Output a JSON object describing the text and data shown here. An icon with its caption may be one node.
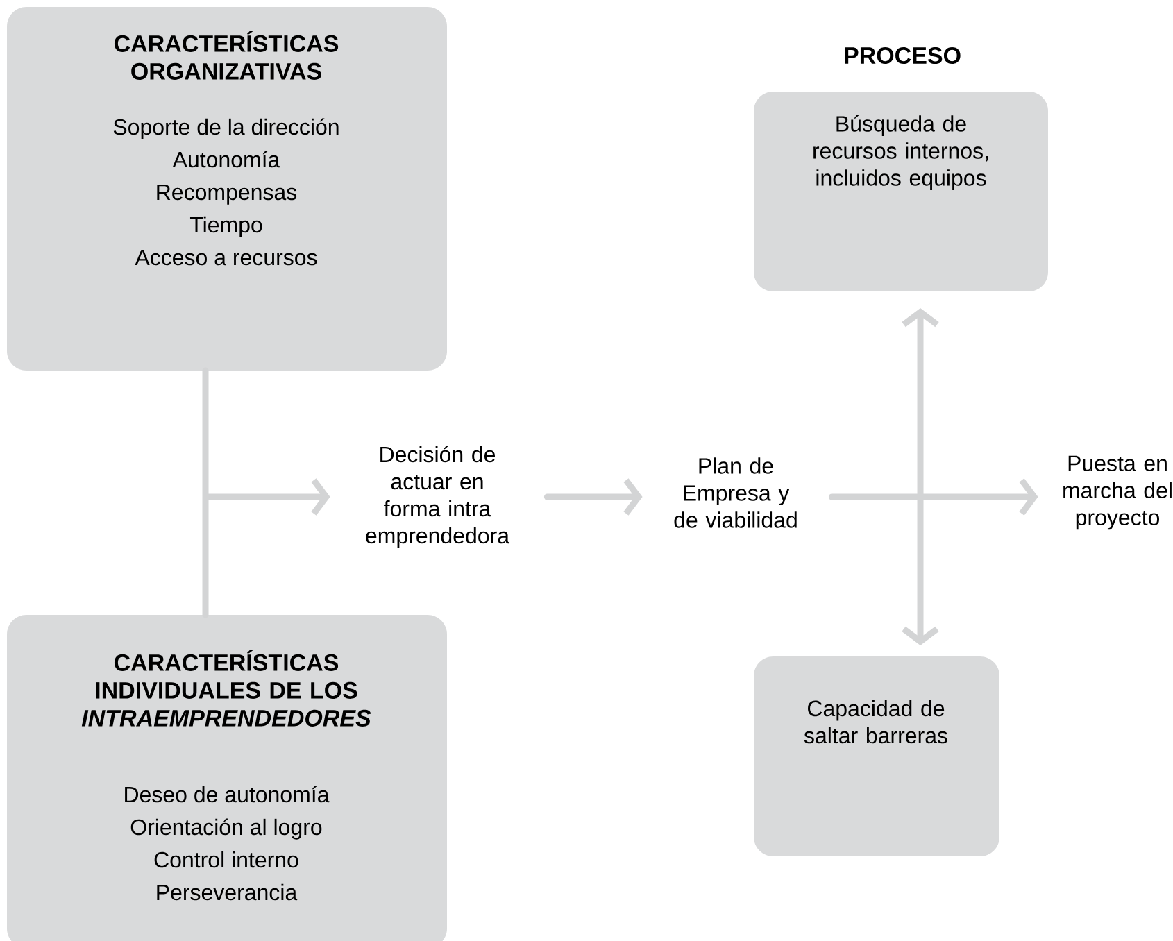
{
  "diagram": {
    "nodes": [
      {
        "text": [
          "CARACTERÍSTICAS ORGANIZATIVAS",
          "Soporte de la dirección",
          "Autonomía",
          "Recompensas",
          "Tiempo",
          "Acceso a recursos"
        ]
      },
      {
        "text": [
          "CARACTERÍSTICAS INDIVIDUALES DE LOS *INTRAEMPRENDEDORES*",
          "Deseo de autonomía",
          "Orientación al logro",
          "Control interno",
          "Perseverancia"
        ]
      },
      {
        "text": [
          "Decisión de actuar en forma intra emprendedora"
        ]
      },
      {
        "text": [
          "Plan de Empresa y de viabilidad"
        ]
      },
      {
        "text": [
          "Búsqueda de recursos internos, incluidos equipos"
        ]
      },
      {
        "text": [
          "Capacidad de saltar barreras"
        ]
      },
      {
        "text": [
          "Puesta en marcha del proyecto"
        ]
      }
    ],
    "edges": [
      {
        "from": 0,
        "to": 2,
        "arrow": "to"
      },
      {
        "from": 1,
        "to": 2,
        "arrow": "to"
      },
      {
        "from": 2,
        "to": 3,
        "arrow": "to"
      },
      {
        "from": 3,
        "to": 6,
        "arrow": "to"
      },
      {
        "from": 4,
        "to": 5,
        "arrow": "both"
      }
    ],
    "labels": [
      "PROCESO"
    ]
  }
}
